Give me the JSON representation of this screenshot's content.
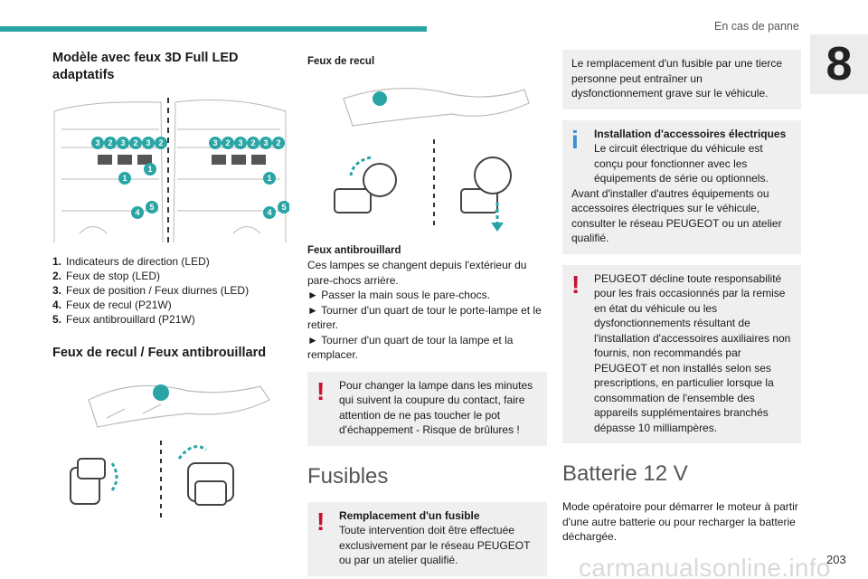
{
  "header": {
    "section": "En cas de panne",
    "chapter": "8"
  },
  "col1": {
    "title": "Modèle avec feux 3D Full LED adaptatifs",
    "list": [
      {
        "num": "1.",
        "text": "Indicateurs de direction (LED)"
      },
      {
        "num": "2.",
        "text": "Feux de stop (LED)"
      },
      {
        "num": "3.",
        "text": "Feux de position / Feux diurnes (LED)"
      },
      {
        "num": "4.",
        "text": "Feux de recul (P21W)"
      },
      {
        "num": "5.",
        "text": "Feux antibrouillard (P21W)"
      }
    ],
    "section_title": "Feux de recul / Feux antibrouillard",
    "callouts": {
      "a": "3",
      "b": "2",
      "c": "1",
      "d": "4",
      "e": "5"
    }
  },
  "col2": {
    "recul_label": "Feux de recul",
    "antibrouillard_title": "Feux antibrouillard",
    "antibrouillard_lines": [
      "Ces lampes se changent depuis l'extérieur du pare-chocs arrière.",
      "► Passer la main sous le pare-chocs.",
      "► Tourner d'un quart de tour le porte-lampe et le retirer.",
      "► Tourner d'un quart de tour la lampe et la remplacer."
    ],
    "warning1": "Pour changer la lampe dans les minutes qui suivent la coupure du contact, faire attention de ne pas toucher le pot d'échappement - Risque de brûlures !",
    "fusibles_title": "Fusibles",
    "fuse_note_title": "Remplacement d'un fusible",
    "fuse_note_text": "Toute intervention doit être effectuée exclusivement par le réseau PEUGEOT ou par un atelier qualifié."
  },
  "col3": {
    "box1": "Le remplacement d'un fusible par une tierce personne peut entraîner un dysfonctionnement grave sur le véhicule.",
    "info_title": "Installation d'accessoires électriques",
    "info_text1": "Le circuit électrique du véhicule est conçu pour fonctionner avec les équipements de série ou optionnels.",
    "info_text2": "Avant d'installer d'autres équipements ou accessoires électriques sur le véhicule, consulter le réseau PEUGEOT ou un atelier qualifié.",
    "warn2": "PEUGEOT décline toute responsabilité pour les frais occasionnés par la remise en état du véhicule ou les dysfonctionnements résultant de l'installation d'accessoires auxiliaires non fournis, non recommandés par PEUGEOT et non installés selon ses prescriptions, en particulier lorsque la consommation de l'ensemble des appareils supplémentaires branchés dépasse 10 milliampères.",
    "batterie_title": "Batterie 12 V",
    "batterie_text": "Mode opératoire pour démarrer le moteur à partir d'une autre batterie ou pour recharger la batterie déchargée."
  },
  "footer": {
    "page": "203",
    "watermark": "carmanualsonline.info"
  },
  "colors": {
    "accent": "#2aa5a5",
    "warning": "#c8102e",
    "info": "#3a8fd6",
    "note_bg": "#efefef"
  }
}
